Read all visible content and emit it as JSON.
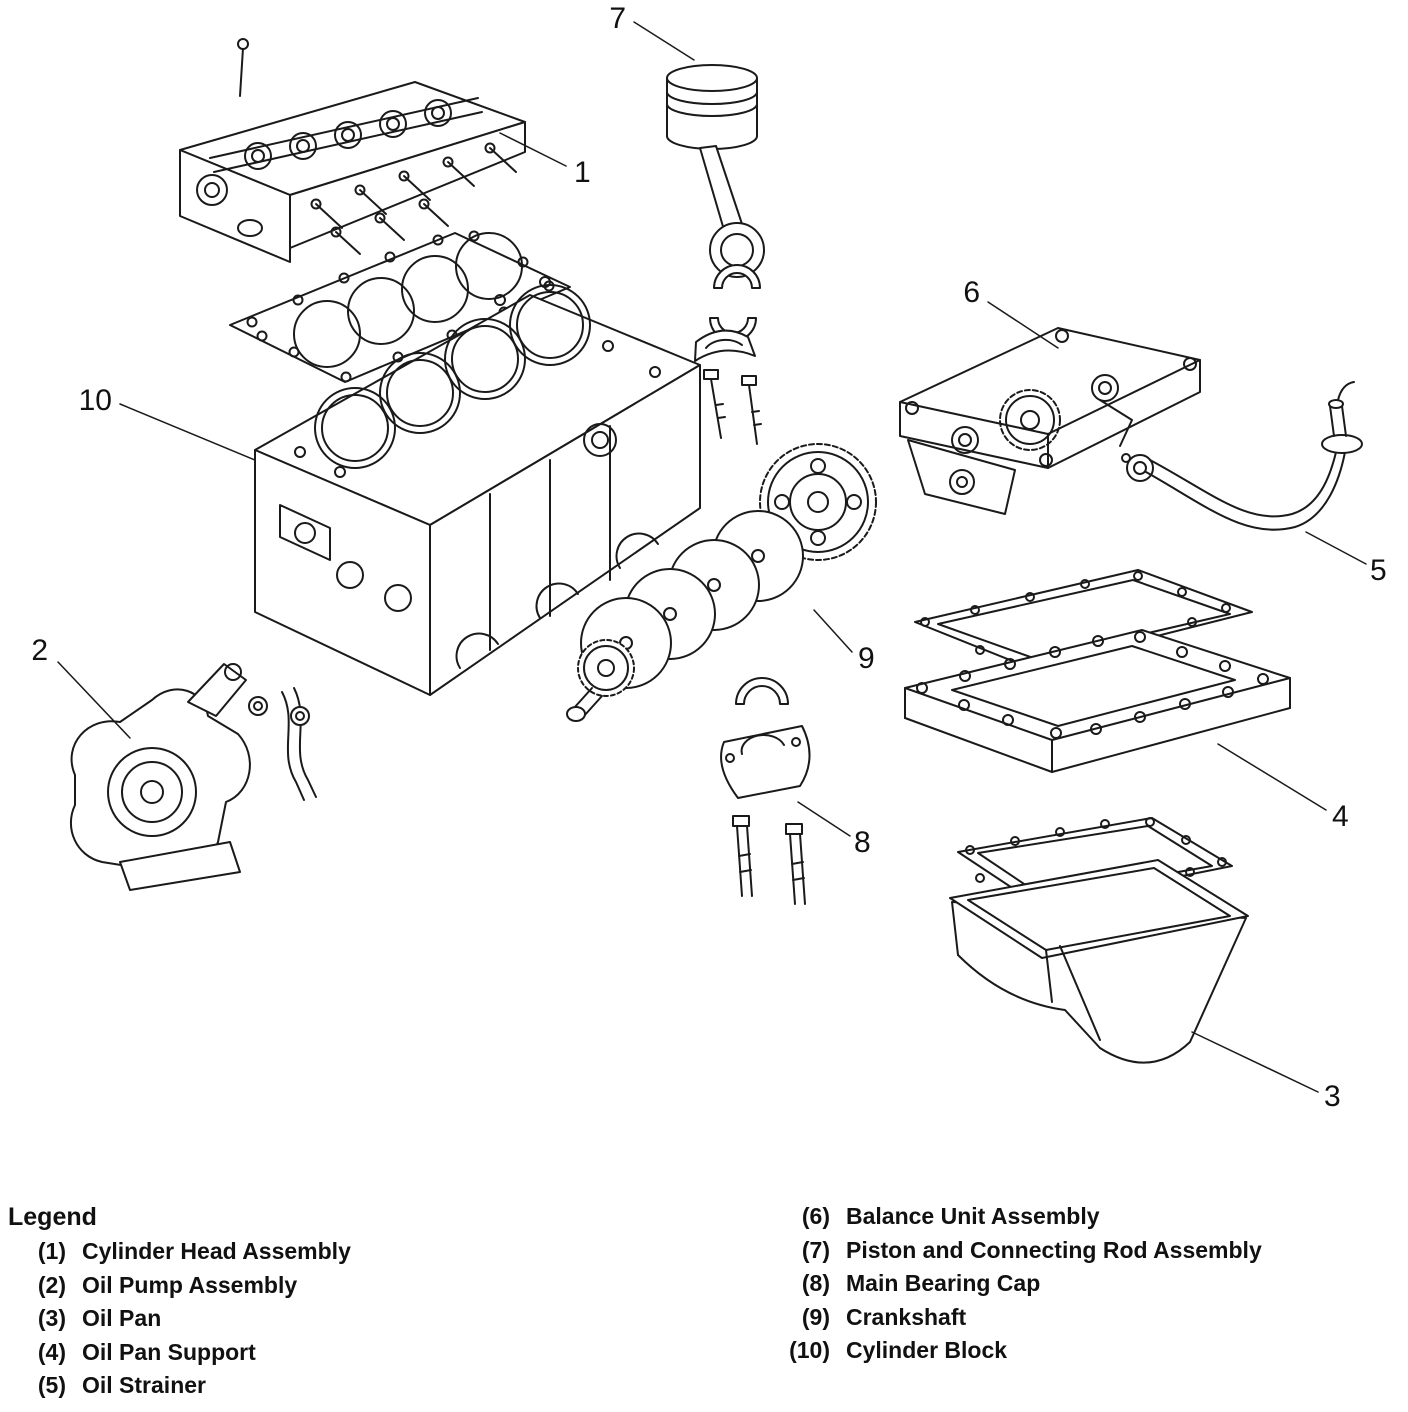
{
  "diagram": {
    "callouts": [
      {
        "number": "1"
      },
      {
        "number": "2"
      },
      {
        "number": "3"
      },
      {
        "number": "4"
      },
      {
        "number": "5"
      },
      {
        "number": "6"
      },
      {
        "number": "7"
      },
      {
        "number": "8"
      },
      {
        "number": "9"
      },
      {
        "number": "10"
      }
    ]
  },
  "legend": {
    "title": "Legend",
    "left": [
      {
        "num": "(1)",
        "label": "Cylinder Head Assembly"
      },
      {
        "num": "(2)",
        "label": "Oil Pump Assembly"
      },
      {
        "num": "(3)",
        "label": "Oil Pan"
      },
      {
        "num": "(4)",
        "label": "Oil Pan Support"
      },
      {
        "num": "(5)",
        "label": "Oil Strainer"
      }
    ],
    "right": [
      {
        "num": "(6)",
        "label": "Balance Unit Assembly"
      },
      {
        "num": "(7)",
        "label": "Piston and Connecting Rod Assembly"
      },
      {
        "num": "(8)",
        "label": "Main Bearing Cap"
      },
      {
        "num": "(9)",
        "label": "Crankshaft"
      },
      {
        "num": "(10)",
        "label": "Cylinder Block"
      }
    ]
  }
}
